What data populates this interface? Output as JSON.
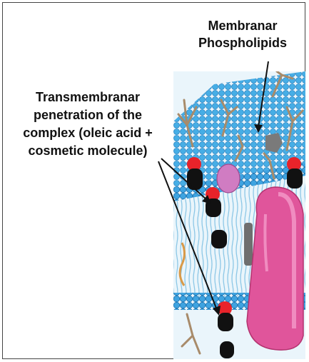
{
  "labels": {
    "membrane_lines": [
      "Membranar",
      "Phospholipids"
    ],
    "complex_lines": [
      "Transmembranar",
      "penetration of the",
      "complex (oleic acid +",
      "cosmetic molecule)"
    ]
  },
  "colors": {
    "background": "#ffffff",
    "frame": "#444444",
    "membrane_surface": "#2f9bd8",
    "membrane_dark": "#1b6fa8",
    "lipid_head": "#3fa6e3",
    "lipid_tail": "#9fcfe8",
    "protein": "#e0559b",
    "protein_light": "#f08cc0",
    "glycolipid": "#a88b6a",
    "oleic_head": "#e8232a",
    "oleic_body": "#111111",
    "small_protein": "#d07cc2",
    "gray_protein": "#7a7a7a",
    "arrow": "#111111"
  },
  "icons": [
    "arrow-icon"
  ]
}
